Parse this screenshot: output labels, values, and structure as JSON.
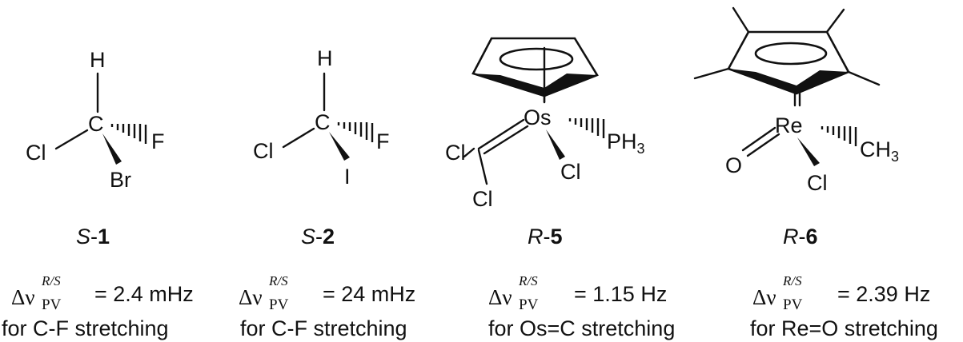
{
  "molecules": [
    {
      "id": "S-1",
      "atoms": {
        "top": "H",
        "center": "C",
        "left": "Cl",
        "right": "F",
        "bottom": "Br"
      },
      "name_prefix": "S",
      "name_sep": "-",
      "name_num": "1",
      "delta_symbol": "Δν",
      "delta_sub": "PV",
      "delta_sup": "R/S",
      "value": "= 2.4 mHz",
      "description": "for C-F stretching"
    },
    {
      "id": "S-2",
      "atoms": {
        "top": "H",
        "center": "C",
        "left": "Cl",
        "right": "F",
        "bottom": "I"
      },
      "name_prefix": "S",
      "name_sep": "-",
      "name_num": "2",
      "delta_symbol": "Δν",
      "delta_sub": "PV",
      "delta_sup": "R/S",
      "value": "= 24 mHz",
      "description": "for C-F stretching"
    },
    {
      "id": "R-5",
      "atoms": {
        "metal": "Os",
        "ligand": "PH",
        "ligand_sub": "3",
        "cl1": "Cl",
        "cl2": "Cl",
        "cl3": "Cl"
      },
      "name_prefix": "R",
      "name_sep": "-",
      "name_num": "5",
      "delta_symbol": "Δν",
      "delta_sub": "PV",
      "delta_sup": "R/S",
      "value": "= 1.15 Hz",
      "description": "for Os=C stretching"
    },
    {
      "id": "R-6",
      "atoms": {
        "metal": "Re",
        "ligand": "CH",
        "ligand_sub": "3",
        "oxo": "O",
        "cl": "Cl"
      },
      "name_prefix": "R",
      "name_sep": "-",
      "name_num": "6",
      "delta_symbol": "Δν",
      "delta_sub": "PV",
      "delta_sup": "R/S",
      "value": "= 2.39 Hz",
      "description": "for Re=O stretching"
    }
  ]
}
